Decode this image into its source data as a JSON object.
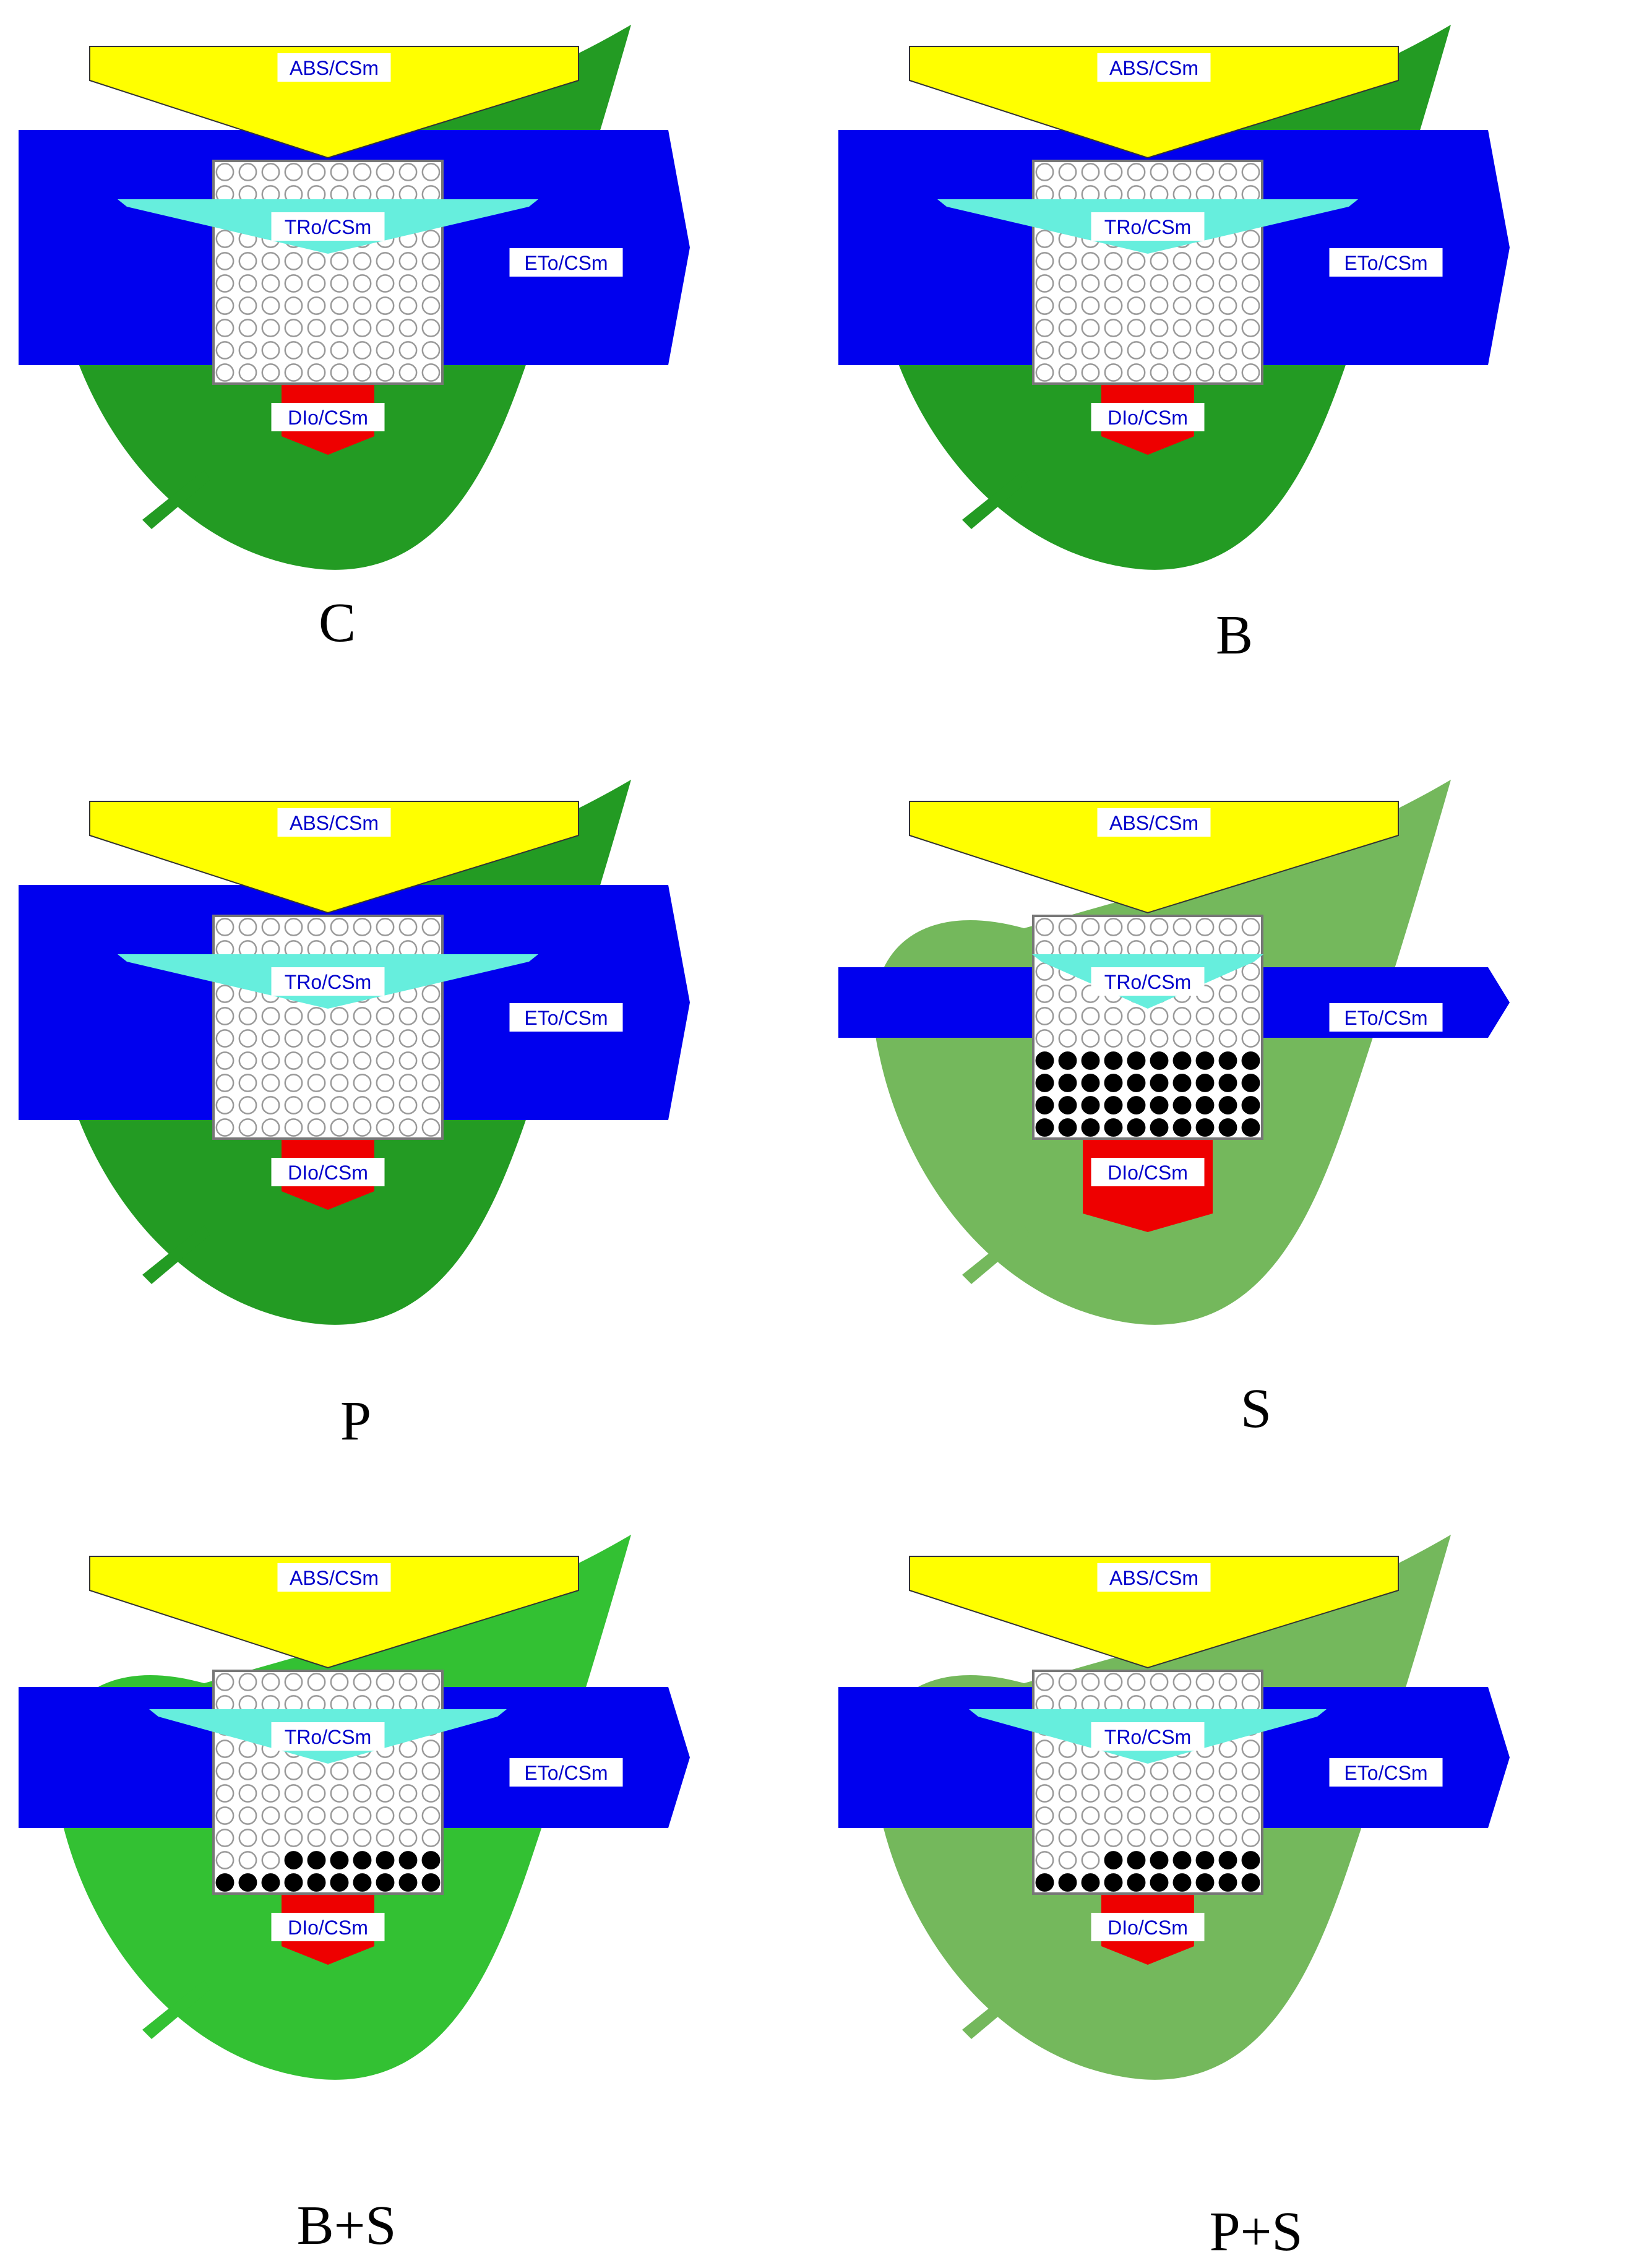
{
  "labels": {
    "abs": "ABS/CSm",
    "tro": "TRo/CSm",
    "eto": "ETo/CSm",
    "dio": "DIo/CSm"
  },
  "colors": {
    "absorption": "#ffff00",
    "trapping": "#66eedd",
    "electron_transport": "#0000ee",
    "dissipation": "#ee0000",
    "leaf_dark": "#239b23",
    "leaf_pale": "#74b85c",
    "leaf_bright": "#33c133",
    "label_text": "#0000cc",
    "active_center": "#ffffff",
    "inactive_center": "#000000"
  },
  "panels": [
    {
      "caption": "C",
      "leaf_color": "#239b23",
      "eto_flux": 1.0,
      "tro_flux": 1.0,
      "dio_flux": 1.0,
      "inactive_fraction": 0.0
    },
    {
      "caption": "B",
      "leaf_color": "#239b23",
      "eto_flux": 1.0,
      "tro_flux": 1.0,
      "dio_flux": 1.0,
      "inactive_fraction": 0.0
    },
    {
      "caption": "P",
      "leaf_color": "#239b23",
      "eto_flux": 1.0,
      "tro_flux": 1.0,
      "dio_flux": 1.0,
      "inactive_fraction": 0.0
    },
    {
      "caption": "S",
      "leaf_color": "#74b85c",
      "eto_flux": 0.3,
      "tro_flux": 0.55,
      "dio_flux": 1.4,
      "inactive_fraction": 0.4
    },
    {
      "caption": "B+S",
      "leaf_color": "#33c133",
      "eto_flux": 0.6,
      "tro_flux": 0.85,
      "dio_flux": 1.0,
      "inactive_fraction": 0.17
    },
    {
      "caption": "P+S",
      "leaf_color": "#74b85c",
      "eto_flux": 0.6,
      "tro_flux": 0.85,
      "dio_flux": 1.0,
      "inactive_fraction": 0.17
    }
  ]
}
